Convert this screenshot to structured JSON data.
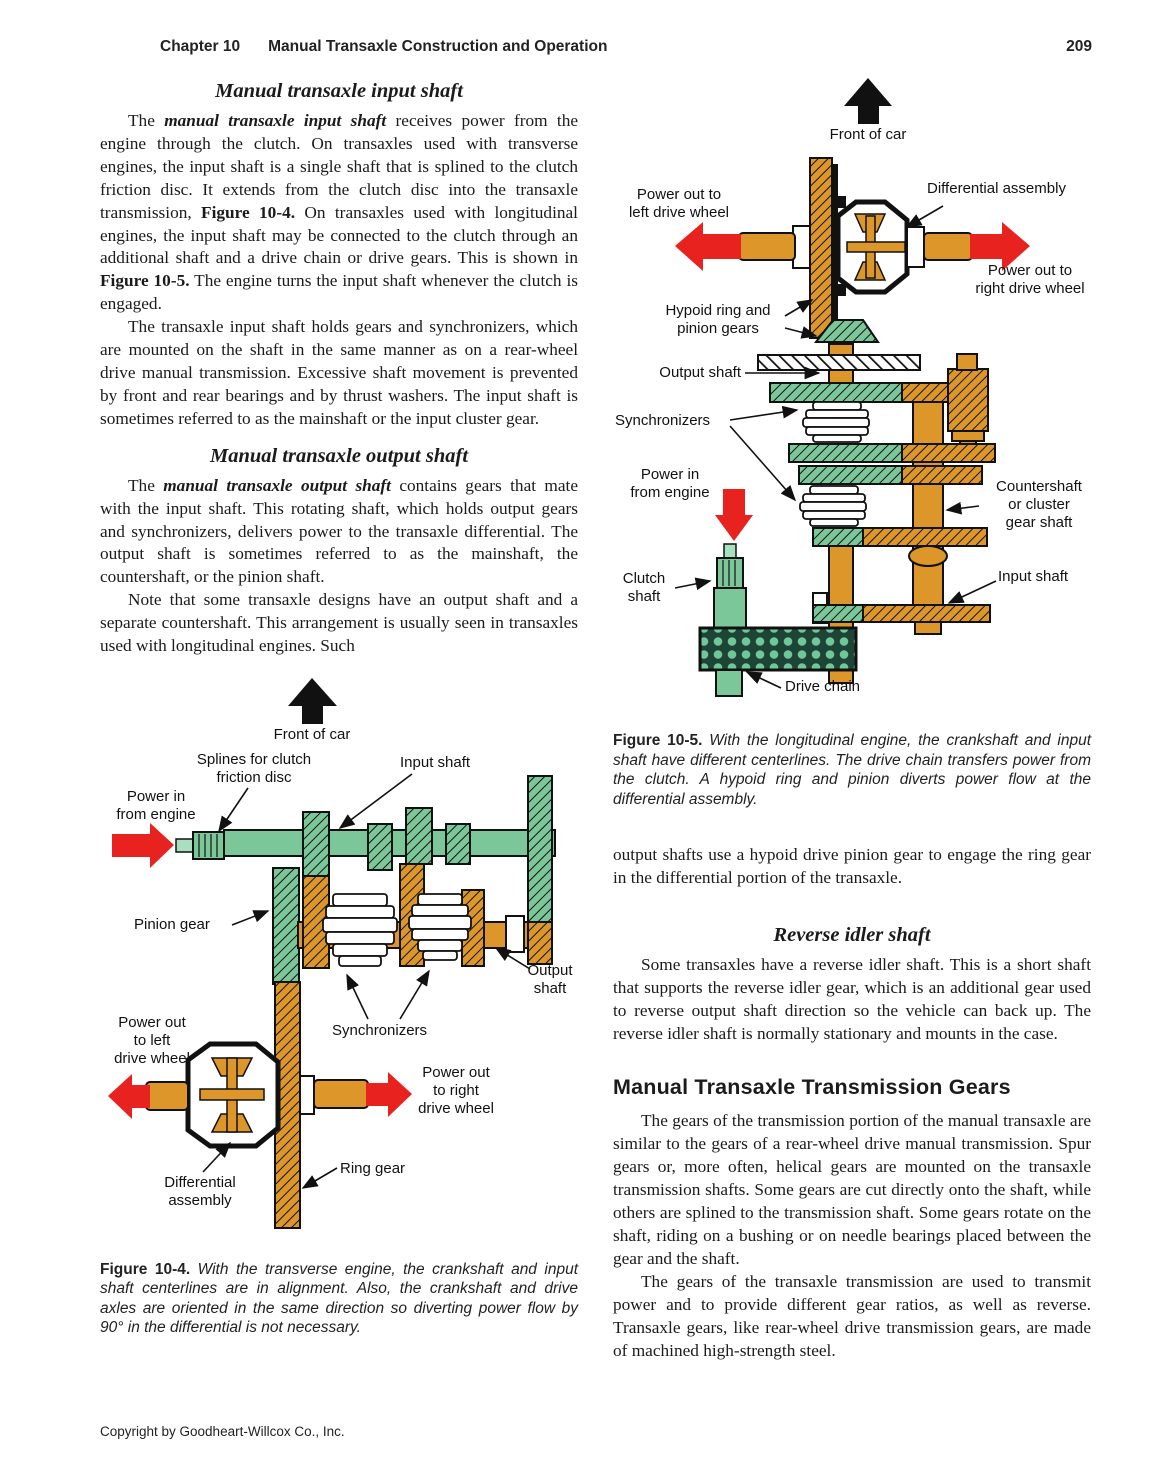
{
  "header": {
    "chapter": "Chapter 10",
    "title": "Manual Transaxle Construction and Operation",
    "page_number": "209"
  },
  "left": {
    "h1": "Manual transaxle input shaft",
    "p1": {
      "p0": "The ",
      "p1": "manual transaxle input shaft",
      "p2": " receives power from the engine through the clutch. On transaxles used with transverse engines, the input shaft is a single shaft that is splined to the clutch friction disc. It extends from the clutch disc into the transaxle transmission, ",
      "p3": "Figure 10-4.",
      "p4": " On transaxles used with longitudinal engines, the input shaft may be connected to the clutch through an additional shaft and a drive chain or drive gears. This is shown in ",
      "p5": "Figure 10-5.",
      "p6": " The engine turns the input shaft whenever the clutch is engaged."
    },
    "p2": "The transaxle input shaft holds gears and synchronizers, which are mounted on the shaft in the same manner as on a rear-wheel drive manual transmission. Excessive shaft movement is prevented by front and rear bearings and by thrust washers. The input shaft is sometimes referred to as the mainshaft or the input cluster gear.",
    "h2": "Manual transaxle output shaft",
    "p3": {
      "p0": "The ",
      "p1": "manual transaxle output shaft",
      "p2": " contains gears that mate with the input shaft. This rotating shaft, which holds output gears and synchronizers, delivers power to the transaxle differential. The output shaft is sometimes referred to as the mainshaft, the countershaft, or the pinion shaft."
    },
    "p4": "Note that some transaxle designs have an output shaft and a separate countershaft. This arrangement is usually seen in transaxles used with longitudinal engines. Such"
  },
  "right": {
    "p5": "output shafts use a hypoid drive pinion gear to engage the ring gear in the differential portion of the transaxle.",
    "h3": "Reverse idler shaft",
    "p6": "Some transaxles have a reverse idler shaft. This is a short shaft that supports the reverse idler gear, which is an additional gear used to reverse output shaft direction so the vehicle can back up. The reverse idler shaft is normally stationary and mounts in the case.",
    "h4": "Manual Transaxle Transmission Gears",
    "p7": "The gears of the transmission portion of the manual transaxle are similar to the gears of a rear-wheel drive manual transmission. Spur gears or, more often, helical gears are mounted on the transaxle transmission shafts. Some gears are cut directly onto the shaft, while others are splined to the transmission shaft. Some gears rotate on the shaft, riding on a bushing or on needle bearings placed between the gear and the shaft.",
    "p8": "The gears of the transaxle transmission are used to transmit power and to provide different gear ratios, as well as reverse. Transaxle gears, like rear-wheel drive transmission gears, are made of machined high-strength steel."
  },
  "fig4": {
    "caption_label": "Figure 10-4.",
    "caption_text": "With the transverse engine, the crankshaft and input shaft centerlines are in alignment. Also, the crankshaft and drive axles are oriented in the same direction so diverting power flow by 90° in the differential is not necessary.",
    "labels": {
      "front_of_car": "Front of car",
      "splines": "Splines for clutch\nfriction disc",
      "input_shaft": "Input shaft",
      "power_in": "Power in\nfrom engine",
      "pinion_gear": "Pinion gear",
      "output_shaft": "Output\nshaft",
      "synchronizers": "Synchronizers",
      "power_out_left": "Power out\nto left\ndrive wheel",
      "power_out_right": "Power out\nto right\ndrive wheel",
      "differential": "Differential\nassembly",
      "ring_gear": "Ring gear"
    }
  },
  "fig5": {
    "caption_label": "Figure 10-5.",
    "caption_text": "With the longitudinal engine, the crankshaft and input shaft have different centerlines. The drive chain transfers power from the clutch. A hypoid ring and pinion diverts power flow at the differential assembly.",
    "labels": {
      "front_of_car": "Front of car",
      "power_out_left": "Power out to\nleft drive wheel",
      "differential": "Differential assembly",
      "power_out_right": "Power out to\nright drive wheel",
      "hypoid": "Hypoid ring and\npinion gears",
      "output_shaft": "Output shaft",
      "synchronizers": "Synchronizers",
      "power_in": "Power in\nfrom engine",
      "countershaft": "Countershaft\nor cluster\ngear shaft",
      "clutch_shaft": "Clutch\nshaft",
      "input_shaft": "Input shaft",
      "drive_chain": "Drive chain"
    }
  },
  "footer": {
    "copyright": "Copyright by Goodheart-Willcox Co., Inc."
  },
  "colors": {
    "gear_green": "#7cc79a",
    "shaft_orange": "#dd9629",
    "arrow_red": "#e8231f",
    "chain_dark": "#1e4436",
    "chain_light": "#6ec89a",
    "ink": "#111111"
  }
}
